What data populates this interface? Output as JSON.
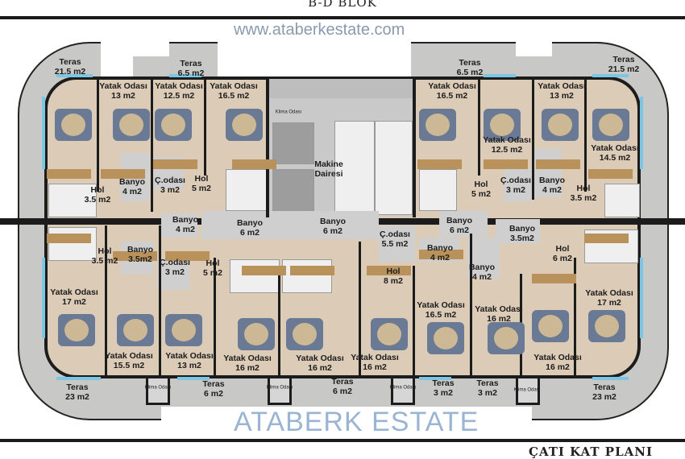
{
  "header": {
    "title": "B-D BLOK"
  },
  "footer": {
    "subtitle": "ÇATI KAT PLANI"
  },
  "watermark": {
    "brand": "ATABERK ESTATE",
    "url": "www.ataberkestate.com"
  },
  "colors": {
    "floor": "#dccbb6",
    "terrace": "#c8c8c6",
    "wall": "#1c1c1c",
    "window": "#7cc6e4",
    "bed": "#6a7a95"
  },
  "rooms": [
    {
      "name": "Teras",
      "area": "21.5 m2"
    },
    {
      "name": "Teras",
      "area": "6.5 m2"
    },
    {
      "name": "Yatak Odası",
      "area": "13 m2"
    },
    {
      "name": "Yatak Odası",
      "area": "12.5 m2"
    },
    {
      "name": "Yatak Odası",
      "area": "16.5 m2"
    },
    {
      "name": "Klima Odası",
      "area": ""
    },
    {
      "name": "Makine",
      "area": "Dairesi"
    },
    {
      "name": "Hol",
      "area": "3.5 m2"
    },
    {
      "name": "Banyo",
      "area": "4 m2"
    },
    {
      "name": "Ç.odası",
      "area": "3 m2"
    },
    {
      "name": "Hol",
      "area": "5 m2"
    },
    {
      "name": "Banyo",
      "area": "4 m2"
    },
    {
      "name": "Banyo",
      "area": "6 m2"
    },
    {
      "name": "Banyo",
      "area": "6 m2"
    },
    {
      "name": "Teras",
      "area": "6.5 m2"
    },
    {
      "name": "Teras",
      "area": "21.5 m2"
    },
    {
      "name": "Yatak Odası",
      "area": "16.5 m2"
    },
    {
      "name": "Yatak Odası",
      "area": "12.5 m2"
    },
    {
      "name": "Yatak Odası",
      "area": "13 m2"
    },
    {
      "name": "Yatak Odası",
      "area": "14.5 m2"
    },
    {
      "name": "Hol",
      "area": "5 m2"
    },
    {
      "name": "Ç.odası",
      "area": "3 m2"
    },
    {
      "name": "Banyo",
      "area": "4 m2"
    },
    {
      "name": "Hol",
      "area": "3.5 m2"
    },
    {
      "name": "Banyo",
      "area": "6 m2"
    },
    {
      "name": "Banyo",
      "area": "3.5m2"
    },
    {
      "name": "Ç.odası",
      "area": "5.5 m2"
    },
    {
      "name": "Hol",
      "area": "6 m2"
    },
    {
      "name": "Hol",
      "area": "3.5 m2"
    },
    {
      "name": "Banyo",
      "area": "3.5m2"
    },
    {
      "name": "Ç.odası",
      "area": "3 m2"
    },
    {
      "name": "Hol",
      "area": "5 m2"
    },
    {
      "name": "Yatak Odası",
      "area": "17 m2"
    },
    {
      "name": "Yatak Odası",
      "area": "15.5 m2"
    },
    {
      "name": "Yatak Odası",
      "area": "13 m2"
    },
    {
      "name": "Yatak Odası",
      "area": "16 m2"
    },
    {
      "name": "Yatak Odası",
      "area": "16 m2"
    },
    {
      "name": "Teras",
      "area": "23 m2"
    },
    {
      "name": "Teras",
      "area": "6 m2"
    },
    {
      "name": "Klima Odası",
      "area": ""
    },
    {
      "name": "Klima Odası",
      "area": ""
    },
    {
      "name": "Banyo",
      "area": "4 m2"
    },
    {
      "name": "Hol",
      "area": "8 m2"
    },
    {
      "name": "Banyo",
      "area": "4 m2"
    },
    {
      "name": "Yatak Odası",
      "area": "16.5 m2"
    },
    {
      "name": "Yatak Odası",
      "area": "16 m2"
    },
    {
      "name": "Yatak Odası",
      "area": "17 m2"
    },
    {
      "name": "Yatak Odası",
      "area": "16 m2"
    },
    {
      "name": "Yatak Odası",
      "area": "16 m2"
    },
    {
      "name": "Teras",
      "area": "6 m2"
    },
    {
      "name": "Teras",
      "area": "3 m2"
    },
    {
      "name": "Teras",
      "area": "3 m2"
    },
    {
      "name": "Teras",
      "area": "23 m2"
    },
    {
      "name": "Klima Odası",
      "area": ""
    },
    {
      "name": "Klima Odası",
      "area": ""
    }
  ]
}
